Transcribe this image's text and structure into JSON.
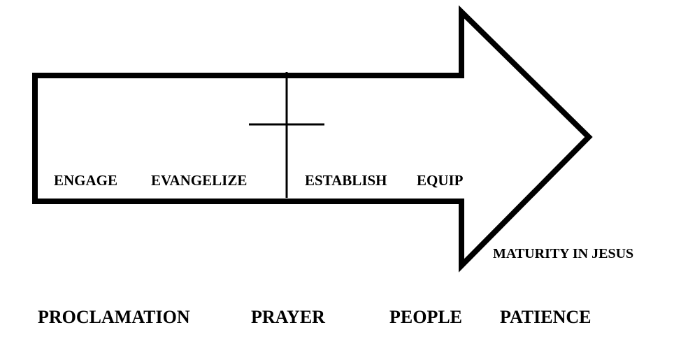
{
  "arrow": {
    "stroke_color": "#000000",
    "fill_color": "#ffffff"
  },
  "cross": {
    "stroke_color": "#000000"
  },
  "stages": [
    {
      "label": "ENGAGE"
    },
    {
      "label": "EVANGELIZE"
    },
    {
      "label": "ESTABLISH"
    },
    {
      "label": "EQUIP"
    }
  ],
  "goal": {
    "label": "MATURITY IN JESUS"
  },
  "principles": [
    {
      "label": "PROCLAMATION"
    },
    {
      "label": "PRAYER"
    },
    {
      "label": "PEOPLE"
    },
    {
      "label": "PATIENCE"
    }
  ]
}
